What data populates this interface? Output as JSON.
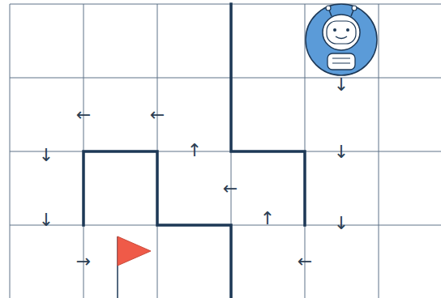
{
  "diagram": {
    "labels": [
      "↓",
      "←",
      "←",
      "↑",
      "↓",
      "↓",
      "←",
      "↑",
      "↓",
      "↓",
      "→",
      "←"
    ]
  }
}
